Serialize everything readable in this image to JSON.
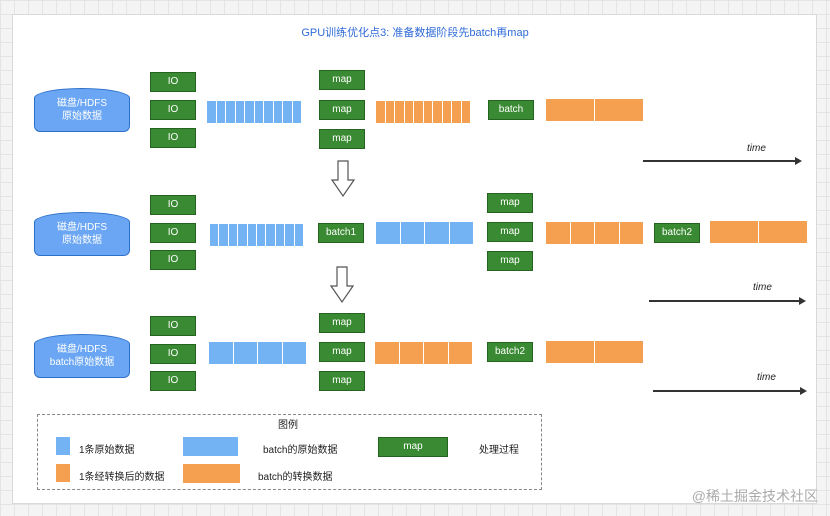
{
  "title": "GPU训练优化点3: 准备数据阶段先batch再map",
  "rows": [
    {
      "disk": [
        "磁盘/HDFS",
        "原始数据"
      ],
      "io": [
        "IO",
        "IO",
        "IO"
      ],
      "stage1_labels": [
        "map",
        "map",
        "map"
      ],
      "mid_label": "batch",
      "time": "time"
    },
    {
      "disk": [
        "磁盘/HDFS",
        "原始数据"
      ],
      "io": [
        "IO",
        "IO",
        "IO"
      ],
      "batch1": "batch1",
      "stage2_labels": [
        "map",
        "map",
        "map"
      ],
      "batch2": "batch2",
      "time": "time"
    },
    {
      "disk": [
        "磁盘/HDFS",
        "batch原始数据"
      ],
      "io": [
        "IO",
        "IO",
        "IO"
      ],
      "stage_labels": [
        "map",
        "map",
        "map"
      ],
      "batch2": "batch2",
      "time": "time"
    }
  ],
  "legend": {
    "title": "图例",
    "single_raw": "1条原始数据",
    "batch_raw": "batch的原始数据",
    "process_box": "map",
    "process_label": "处理过程",
    "single_converted": "1条经转换后的数据",
    "batch_converted": "batch的转换数据"
  },
  "watermark": "@稀土掘金技术社区",
  "colors": {
    "raw_blue": "#73b3f3",
    "converted_orange": "#f4a050",
    "process_green": "#3a8a33",
    "disk_blue": "#6aa6f3",
    "title_blue": "#2f6bd6"
  }
}
